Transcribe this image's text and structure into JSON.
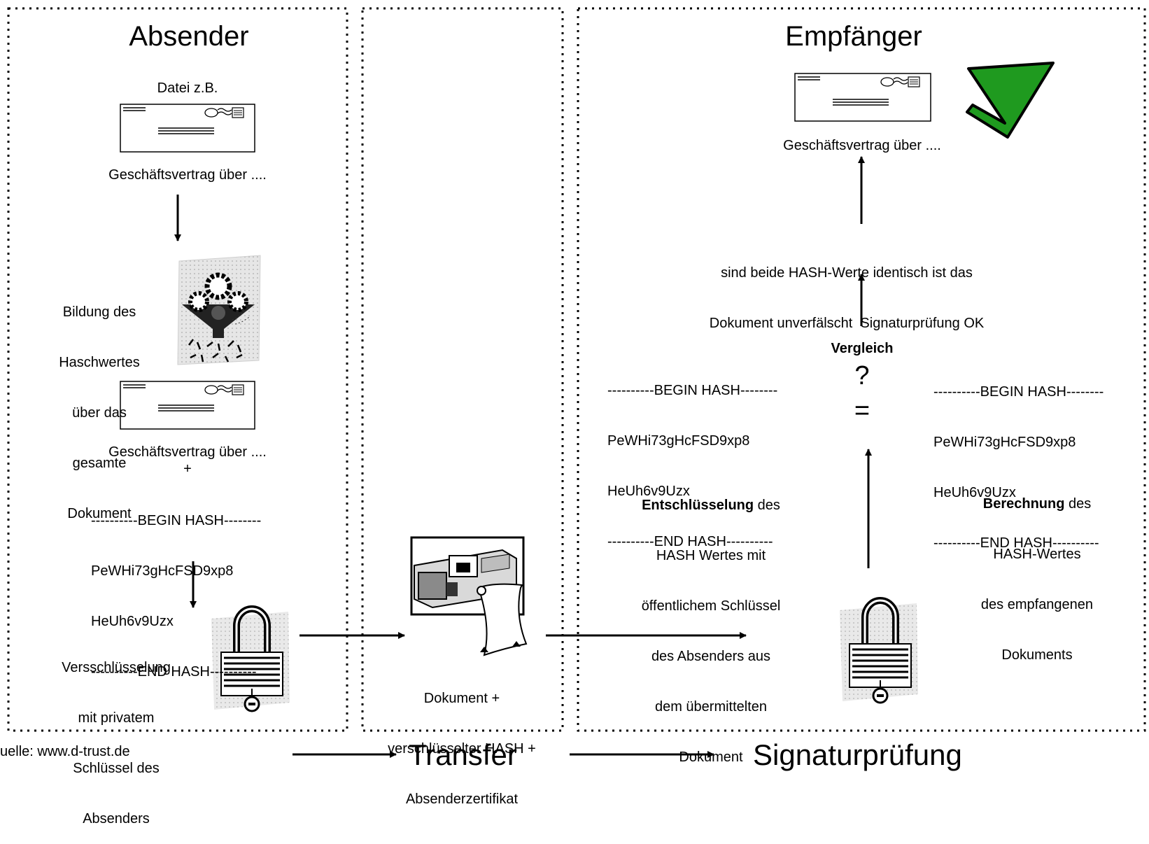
{
  "panels": {
    "sender": {
      "title": "Absender",
      "file_label": "Datei z.B.",
      "doc_caption": "Geschäftsvertrag über ....",
      "hash_text": [
        "Bildung des",
        "Haschwertes",
        "über das",
        "gesamte",
        "Dokument"
      ],
      "doc_caption_2": "Geschäftsvertrag über ....",
      "plus": "+",
      "hash_block": [
        "----------BEGIN HASH--------",
        "PeWHi73gHcFSD9xp8",
        "HeUh6v9Uzx",
        "----------END HASH----------"
      ],
      "encrypt_text": [
        "Versschlüsselung",
        "mit privatem",
        "Schlüssel des",
        "Absenders"
      ]
    },
    "transfer": {
      "caption": [
        "Dokument +",
        "verschlüsselter HASH +",
        "Absenderzertifikat"
      ]
    },
    "receiver": {
      "title": "Empfänger",
      "doc_caption": "Geschäftsvertrag über ....",
      "result_text": [
        "sind beide HASH-Werte identisch ist das",
        "Dokument unverfälscht  Signaturprüfung OK"
      ],
      "compare_label": "Vergleich",
      "question": "?",
      "equals": "=",
      "hash_left": [
        "----------BEGIN HASH--------",
        "PeWHi73gHcFSD9xp8",
        "HeUh6v9Uzx",
        "----------END HASH----------"
      ],
      "hash_right": [
        "----------BEGIN HASH--------",
        "PeWHi73gHcFSD9xp8",
        "HeUh6v9Uzx",
        "----------END HASH----------"
      ],
      "decrypt_bold": "Entschlüsselung",
      "decrypt_rest": " des",
      "decrypt_text": [
        "HASH Wertes mit",
        "öffentlichem Schlüssel",
        "des Absenders aus",
        "dem übermittelten",
        "Dokument"
      ],
      "calc_bold": "Berechnung",
      "calc_rest": " des",
      "calc_text": [
        "HASH-Wertes",
        "des empfangenen",
        "Dokuments"
      ]
    }
  },
  "footer": {
    "source": "uelle: www.d-trust.de",
    "transfer_label": "Transfer",
    "verify_label": "Signaturprüfung"
  },
  "colors": {
    "check_fill": "#1f9a1f",
    "check_stroke": "#000000"
  }
}
